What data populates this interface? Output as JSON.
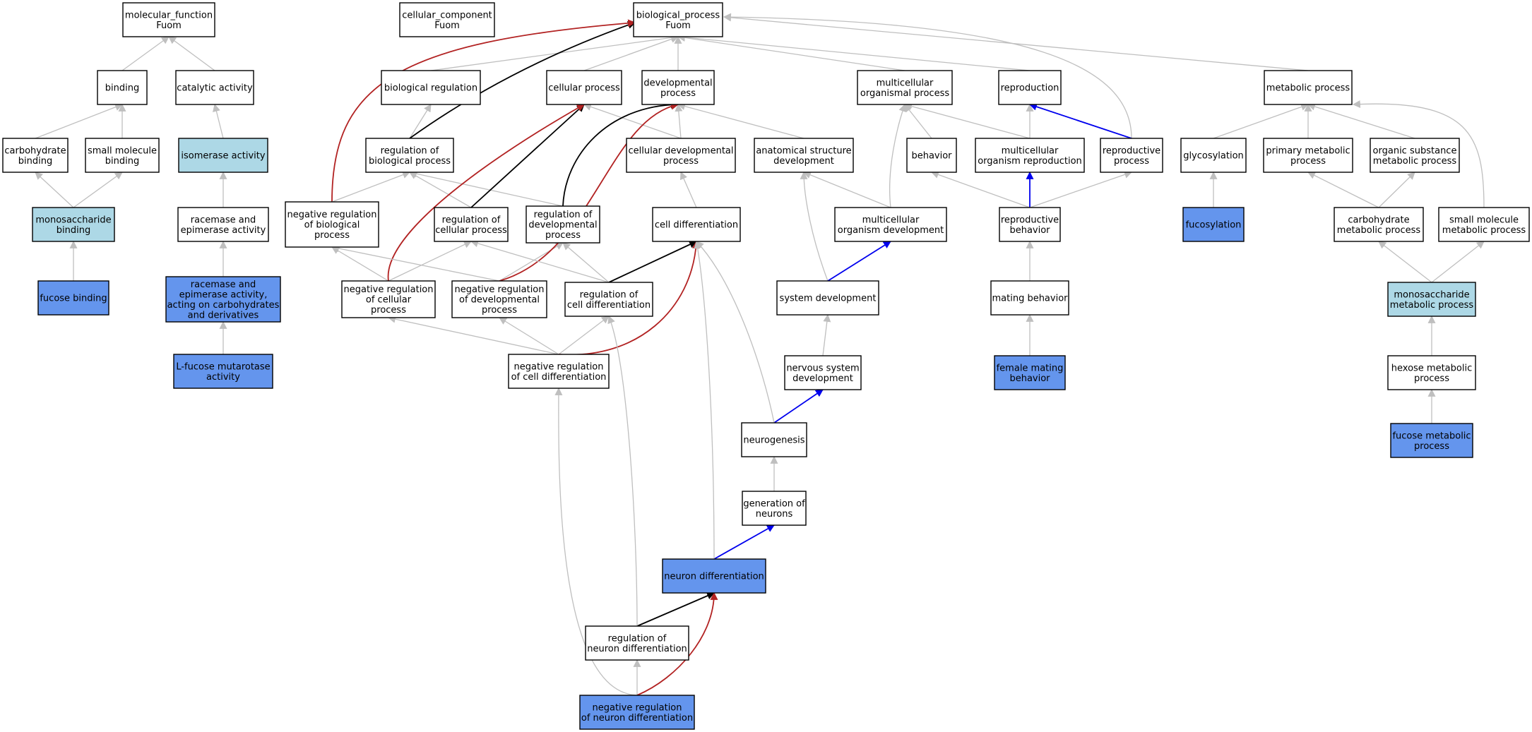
{
  "colors": {
    "white": "#ffffff",
    "light": "#add8e6",
    "blue": "#6495ed",
    "edge_is_a": "#bfbfbf",
    "edge_regulates": "#000000",
    "edge_negatively_regulates": "#b22222",
    "edge_part_of": "#0000ee"
  },
  "nodes": [
    {
      "id": "mf_root",
      "lines": [
        "molecular_function",
        "Fuom"
      ],
      "fill": "white"
    },
    {
      "id": "cc_root",
      "lines": [
        "cellular_component",
        "Fuom"
      ],
      "fill": "white"
    },
    {
      "id": "bp_root",
      "lines": [
        "biological_process",
        "Fuom"
      ],
      "fill": "white"
    },
    {
      "id": "binding",
      "lines": [
        "binding"
      ],
      "fill": "white"
    },
    {
      "id": "catalytic",
      "lines": [
        "catalytic activity"
      ],
      "fill": "white"
    },
    {
      "id": "bio_reg",
      "lines": [
        "biological regulation"
      ],
      "fill": "white"
    },
    {
      "id": "cell_proc",
      "lines": [
        "cellular process"
      ],
      "fill": "white"
    },
    {
      "id": "dev_proc",
      "lines": [
        "developmental",
        "process"
      ],
      "fill": "white"
    },
    {
      "id": "multi_org",
      "lines": [
        "multicellular",
        "organismal process"
      ],
      "fill": "white"
    },
    {
      "id": "reproduction",
      "lines": [
        "reproduction"
      ],
      "fill": "white"
    },
    {
      "id": "metabolic",
      "lines": [
        "metabolic process"
      ],
      "fill": "white"
    },
    {
      "id": "carb_binding",
      "lines": [
        "carbohydrate",
        "binding"
      ],
      "fill": "white"
    },
    {
      "id": "small_mol_binding",
      "lines": [
        "small molecule",
        "binding"
      ],
      "fill": "white"
    },
    {
      "id": "isomerase",
      "lines": [
        "isomerase activity"
      ],
      "fill": "light"
    },
    {
      "id": "reg_bio",
      "lines": [
        "regulation of",
        "biological process"
      ],
      "fill": "white"
    },
    {
      "id": "cell_dev",
      "lines": [
        "cellular developmental",
        "process"
      ],
      "fill": "white"
    },
    {
      "id": "anat_dev",
      "lines": [
        "anatomical structure",
        "development"
      ],
      "fill": "white"
    },
    {
      "id": "behavior",
      "lines": [
        "behavior"
      ],
      "fill": "white"
    },
    {
      "id": "multi_repro",
      "lines": [
        "multicellular",
        "organism reproduction"
      ],
      "fill": "white"
    },
    {
      "id": "repro_proc",
      "lines": [
        "reproductive",
        "process"
      ],
      "fill": "white"
    },
    {
      "id": "glycosylation",
      "lines": [
        "glycosylation"
      ],
      "fill": "white"
    },
    {
      "id": "primary_met",
      "lines": [
        "primary metabolic",
        "process"
      ],
      "fill": "white"
    },
    {
      "id": "organic_met",
      "lines": [
        "organic substance",
        "metabolic process"
      ],
      "fill": "white"
    },
    {
      "id": "mono_binding",
      "lines": [
        "monosaccharide",
        "binding"
      ],
      "fill": "light"
    },
    {
      "id": "racemase",
      "lines": [
        "racemase and",
        "epimerase activity"
      ],
      "fill": "white"
    },
    {
      "id": "neg_reg_bio",
      "lines": [
        "negative regulation",
        "of biological",
        "process"
      ],
      "fill": "white"
    },
    {
      "id": "reg_cell",
      "lines": [
        "regulation of",
        "cellular process"
      ],
      "fill": "white"
    },
    {
      "id": "reg_dev",
      "lines": [
        "regulation of",
        "developmental",
        "process"
      ],
      "fill": "white"
    },
    {
      "id": "cell_diff",
      "lines": [
        "cell differentiation"
      ],
      "fill": "white"
    },
    {
      "id": "multi_dev",
      "lines": [
        "multicellular",
        "organism development"
      ],
      "fill": "white"
    },
    {
      "id": "repro_behavior",
      "lines": [
        "reproductive",
        "behavior"
      ],
      "fill": "white"
    },
    {
      "id": "fucosylation",
      "lines": [
        "fucosylation"
      ],
      "fill": "blue"
    },
    {
      "id": "carb_met",
      "lines": [
        "carbohydrate",
        "metabolic process"
      ],
      "fill": "white"
    },
    {
      "id": "small_mol_met",
      "lines": [
        "small molecule",
        "metabolic process"
      ],
      "fill": "white"
    },
    {
      "id": "fucose_binding",
      "lines": [
        "fucose binding"
      ],
      "fill": "blue"
    },
    {
      "id": "racemase_carb",
      "lines": [
        "racemase and",
        "epimerase activity,",
        "acting on carbohydrates",
        "and derivatives"
      ],
      "fill": "blue"
    },
    {
      "id": "neg_reg_cell",
      "lines": [
        "negative regulation",
        "of cellular",
        "process"
      ],
      "fill": "white"
    },
    {
      "id": "neg_reg_dev",
      "lines": [
        "negative regulation",
        "of developmental",
        "process"
      ],
      "fill": "white"
    },
    {
      "id": "reg_cell_diff",
      "lines": [
        "regulation of",
        "cell differentiation"
      ],
      "fill": "white"
    },
    {
      "id": "system_dev",
      "lines": [
        "system development"
      ],
      "fill": "white"
    },
    {
      "id": "mating",
      "lines": [
        "mating behavior"
      ],
      "fill": "white"
    },
    {
      "id": "mono_met",
      "lines": [
        "monosaccharide",
        "metabolic process"
      ],
      "fill": "light"
    },
    {
      "id": "fucose_mutarotase",
      "lines": [
        "L-fucose mutarotase",
        "activity"
      ],
      "fill": "blue"
    },
    {
      "id": "neg_reg_cell_diff",
      "lines": [
        "negative regulation",
        "of cell differentiation"
      ],
      "fill": "white"
    },
    {
      "id": "nervous_dev",
      "lines": [
        "nervous system",
        "development"
      ],
      "fill": "white"
    },
    {
      "id": "female_mating",
      "lines": [
        "female mating",
        "behavior"
      ],
      "fill": "blue"
    },
    {
      "id": "hexose_met",
      "lines": [
        "hexose metabolic",
        "process"
      ],
      "fill": "white"
    },
    {
      "id": "neurogenesis",
      "lines": [
        "neurogenesis"
      ],
      "fill": "white"
    },
    {
      "id": "fucose_met",
      "lines": [
        "fucose metabolic",
        "process"
      ],
      "fill": "blue"
    },
    {
      "id": "gen_neurons",
      "lines": [
        "generation of",
        "neurons"
      ],
      "fill": "white"
    },
    {
      "id": "neuron_diff",
      "lines": [
        "neuron differentiation"
      ],
      "fill": "blue"
    },
    {
      "id": "reg_neuron_diff",
      "lines": [
        "regulation of",
        "neuron differentiation"
      ],
      "fill": "white"
    },
    {
      "id": "neg_reg_neuron_diff",
      "lines": [
        "negative regulation",
        "of neuron differentiation"
      ],
      "fill": "blue"
    }
  ],
  "edges": [
    {
      "from": "binding",
      "to": "mf_root",
      "rel": "is_a"
    },
    {
      "from": "catalytic",
      "to": "mf_root",
      "rel": "is_a"
    },
    {
      "from": "carb_binding",
      "to": "binding",
      "rel": "is_a"
    },
    {
      "from": "small_mol_binding",
      "to": "binding",
      "rel": "is_a"
    },
    {
      "from": "isomerase",
      "to": "catalytic",
      "rel": "is_a"
    },
    {
      "from": "mono_binding",
      "to": "carb_binding",
      "rel": "is_a"
    },
    {
      "from": "mono_binding",
      "to": "small_mol_binding",
      "rel": "is_a"
    },
    {
      "from": "fucose_binding",
      "to": "mono_binding",
      "rel": "is_a"
    },
    {
      "from": "racemase",
      "to": "isomerase",
      "rel": "is_a"
    },
    {
      "from": "racemase_carb",
      "to": "racemase",
      "rel": "is_a"
    },
    {
      "from": "fucose_mutarotase",
      "to": "racemase_carb",
      "rel": "is_a"
    },
    {
      "from": "bio_reg",
      "to": "bp_root",
      "rel": "is_a"
    },
    {
      "from": "cell_proc",
      "to": "bp_root",
      "rel": "is_a"
    },
    {
      "from": "dev_proc",
      "to": "bp_root",
      "rel": "is_a"
    },
    {
      "from": "multi_org",
      "to": "bp_root",
      "rel": "is_a"
    },
    {
      "from": "reproduction",
      "to": "bp_root",
      "rel": "is_a"
    },
    {
      "from": "metabolic",
      "to": "bp_root",
      "rel": "is_a"
    },
    {
      "from": "repro_proc",
      "to": "bp_root",
      "rel": "is_a"
    },
    {
      "from": "reg_bio",
      "to": "bio_reg",
      "rel": "is_a"
    },
    {
      "from": "reg_bio",
      "to": "bp_root",
      "rel": "regulates"
    },
    {
      "from": "neg_reg_bio",
      "to": "bp_root",
      "rel": "negatively_regulates"
    },
    {
      "from": "cell_dev",
      "to": "cell_proc",
      "rel": "is_a"
    },
    {
      "from": "cell_dev",
      "to": "dev_proc",
      "rel": "is_a"
    },
    {
      "from": "anat_dev",
      "to": "dev_proc",
      "rel": "is_a"
    },
    {
      "from": "behavior",
      "to": "multi_org",
      "rel": "is_a"
    },
    {
      "from": "multi_repro",
      "to": "multi_org",
      "rel": "is_a"
    },
    {
      "from": "multi_repro",
      "to": "reproduction",
      "rel": "is_a"
    },
    {
      "from": "repro_proc",
      "to": "reproduction",
      "rel": "part_of"
    },
    {
      "from": "glycosylation",
      "to": "metabolic",
      "rel": "is_a"
    },
    {
      "from": "primary_met",
      "to": "metabolic",
      "rel": "is_a"
    },
    {
      "from": "organic_met",
      "to": "metabolic",
      "rel": "is_a"
    },
    {
      "from": "small_mol_met",
      "to": "metabolic",
      "rel": "is_a"
    },
    {
      "from": "neg_reg_bio",
      "to": "reg_bio",
      "rel": "is_a"
    },
    {
      "from": "reg_cell",
      "to": "reg_bio",
      "rel": "is_a"
    },
    {
      "from": "reg_dev",
      "to": "reg_bio",
      "rel": "is_a"
    },
    {
      "from": "reg_cell",
      "to": "cell_proc",
      "rel": "regulates"
    },
    {
      "from": "reg_dev",
      "to": "dev_proc",
      "rel": "regulates"
    },
    {
      "from": "cell_diff",
      "to": "cell_dev",
      "rel": "is_a"
    },
    {
      "from": "multi_dev",
      "to": "anat_dev",
      "rel": "is_a"
    },
    {
      "from": "multi_dev",
      "to": "multi_org",
      "rel": "is_a"
    },
    {
      "from": "repro_behavior",
      "to": "behavior",
      "rel": "is_a"
    },
    {
      "from": "repro_behavior",
      "to": "multi_repro",
      "rel": "part_of"
    },
    {
      "from": "repro_behavior",
      "to": "repro_proc",
      "rel": "is_a"
    },
    {
      "from": "fucosylation",
      "to": "glycosylation",
      "rel": "is_a"
    },
    {
      "from": "carb_met",
      "to": "primary_met",
      "rel": "is_a"
    },
    {
      "from": "carb_met",
      "to": "organic_met",
      "rel": "is_a"
    },
    {
      "from": "mono_met",
      "to": "carb_met",
      "rel": "is_a"
    },
    {
      "from": "mono_met",
      "to": "small_mol_met",
      "rel": "is_a"
    },
    {
      "from": "hexose_met",
      "to": "mono_met",
      "rel": "is_a"
    },
    {
      "from": "fucose_met",
      "to": "hexose_met",
      "rel": "is_a"
    },
    {
      "from": "neg_reg_cell",
      "to": "neg_reg_bio",
      "rel": "is_a"
    },
    {
      "from": "neg_reg_cell",
      "to": "reg_cell",
      "rel": "is_a"
    },
    {
      "from": "neg_reg_cell",
      "to": "cell_proc",
      "rel": "negatively_regulates"
    },
    {
      "from": "neg_reg_dev",
      "to": "neg_reg_bio",
      "rel": "is_a"
    },
    {
      "from": "neg_reg_dev",
      "to": "reg_dev",
      "rel": "is_a"
    },
    {
      "from": "neg_reg_dev",
      "to": "dev_proc",
      "rel": "negatively_regulates"
    },
    {
      "from": "reg_cell_diff",
      "to": "reg_cell",
      "rel": "is_a"
    },
    {
      "from": "reg_cell_diff",
      "to": "reg_dev",
      "rel": "is_a"
    },
    {
      "from": "reg_cell_diff",
      "to": "cell_diff",
      "rel": "regulates"
    },
    {
      "from": "neg_reg_cell_diff",
      "to": "neg_reg_cell",
      "rel": "is_a"
    },
    {
      "from": "neg_reg_cell_diff",
      "to": "neg_reg_dev",
      "rel": "is_a"
    },
    {
      "from": "neg_reg_cell_diff",
      "to": "reg_cell_diff",
      "rel": "is_a"
    },
    {
      "from": "neg_reg_cell_diff",
      "to": "cell_diff",
      "rel": "negatively_regulates"
    },
    {
      "from": "system_dev",
      "to": "anat_dev",
      "rel": "is_a"
    },
    {
      "from": "system_dev",
      "to": "multi_dev",
      "rel": "part_of"
    },
    {
      "from": "mating",
      "to": "repro_behavior",
      "rel": "is_a"
    },
    {
      "from": "female_mating",
      "to": "mating",
      "rel": "is_a"
    },
    {
      "from": "nervous_dev",
      "to": "system_dev",
      "rel": "is_a"
    },
    {
      "from": "neurogenesis",
      "to": "nervous_dev",
      "rel": "part_of"
    },
    {
      "from": "neurogenesis",
      "to": "cell_diff",
      "rel": "is_a"
    },
    {
      "from": "gen_neurons",
      "to": "neurogenesis",
      "rel": "is_a"
    },
    {
      "from": "neuron_diff",
      "to": "gen_neurons",
      "rel": "part_of"
    },
    {
      "from": "neuron_diff",
      "to": "cell_diff",
      "rel": "is_a"
    },
    {
      "from": "reg_neuron_diff",
      "to": "neuron_diff",
      "rel": "regulates"
    },
    {
      "from": "reg_neuron_diff",
      "to": "reg_cell_diff",
      "rel": "is_a"
    },
    {
      "from": "neg_reg_neuron_diff",
      "to": "reg_neuron_diff",
      "rel": "is_a"
    },
    {
      "from": "neg_reg_neuron_diff",
      "to": "neuron_diff",
      "rel": "negatively_regulates"
    },
    {
      "from": "neg_reg_neuron_diff",
      "to": "neg_reg_cell_diff",
      "rel": "is_a"
    }
  ]
}
